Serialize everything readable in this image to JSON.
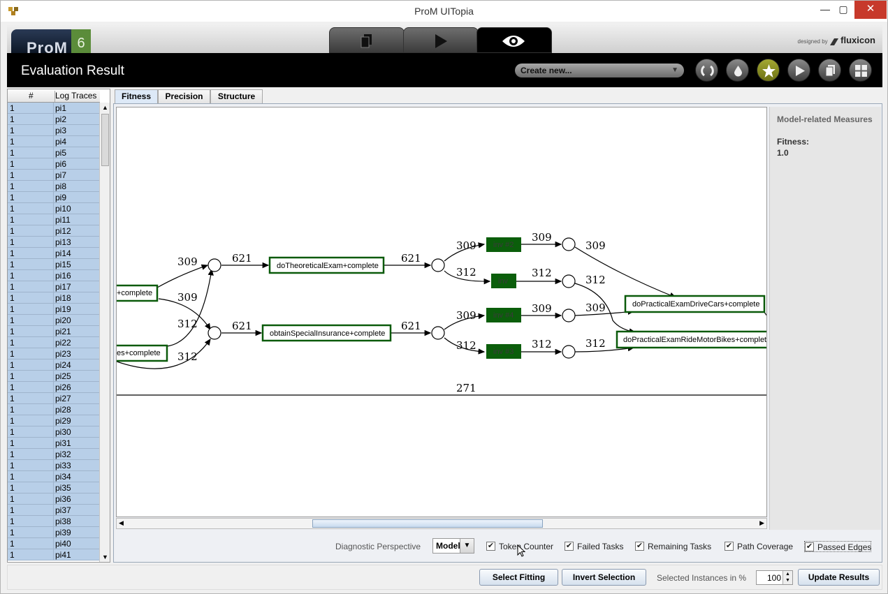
{
  "window": {
    "title": "ProM UITopia",
    "minimize": "—",
    "maximize": "▢",
    "close": "✕"
  },
  "header": {
    "logo_text": "ProM",
    "logo_version": "6",
    "designed_by": "designed by",
    "brand": "fluxicon",
    "page_title": "Evaluation Result",
    "create_new": "Create new...",
    "perspective_tabs": [
      "workspace",
      "actions",
      "views"
    ]
  },
  "log_table": {
    "headers": [
      "#",
      "Log Traces"
    ],
    "rows": [
      [
        "1",
        "pi1"
      ],
      [
        "1",
        "pi2"
      ],
      [
        "1",
        "pi3"
      ],
      [
        "1",
        "pi4"
      ],
      [
        "1",
        "pi5"
      ],
      [
        "1",
        "pi6"
      ],
      [
        "1",
        "pi7"
      ],
      [
        "1",
        "pi8"
      ],
      [
        "1",
        "pi9"
      ],
      [
        "1",
        "pi10"
      ],
      [
        "1",
        "pi11"
      ],
      [
        "1",
        "pi12"
      ],
      [
        "1",
        "pi13"
      ],
      [
        "1",
        "pi14"
      ],
      [
        "1",
        "pi15"
      ],
      [
        "1",
        "pi16"
      ],
      [
        "1",
        "pi17"
      ],
      [
        "1",
        "pi18"
      ],
      [
        "1",
        "pi19"
      ],
      [
        "1",
        "pi20"
      ],
      [
        "1",
        "pi21"
      ],
      [
        "1",
        "pi22"
      ],
      [
        "1",
        "pi23"
      ],
      [
        "1",
        "pi24"
      ],
      [
        "1",
        "pi25"
      ],
      [
        "1",
        "pi26"
      ],
      [
        "1",
        "pi27"
      ],
      [
        "1",
        "pi28"
      ],
      [
        "1",
        "pi29"
      ],
      [
        "1",
        "pi30"
      ],
      [
        "1",
        "pi31"
      ],
      [
        "1",
        "pi32"
      ],
      [
        "1",
        "pi33"
      ],
      [
        "1",
        "pi34"
      ],
      [
        "1",
        "pi35"
      ],
      [
        "1",
        "pi36"
      ],
      [
        "1",
        "pi37"
      ],
      [
        "1",
        "pi38"
      ],
      [
        "1",
        "pi39"
      ],
      [
        "1",
        "pi40"
      ],
      [
        "1",
        "pi41"
      ]
    ]
  },
  "tabs": [
    "Fitness",
    "Precision",
    "Structure"
  ],
  "graph": {
    "transitions": {
      "complete_top": "+complete",
      "complete_bottom": "es+complete",
      "theoretical": "doTheoreticalExam+complete",
      "insurance": "obtainSpecialInsurance+complete",
      "drive_cars": "doPracticalExamDriveCars+complete",
      "motor_bikes": "doPracticalExamRideMotorBikes+complete",
      "inv2": "inv #2",
      "inv": "inv",
      "inv4": "inv #4",
      "inv3": "inv #3"
    },
    "edge_counts": {
      "a": "309",
      "b": "621",
      "c": "309",
      "d": "312",
      "e": "312",
      "f": "621",
      "g": "621",
      "h": "309",
      "i": "309",
      "j": "309",
      "k": "312",
      "l": "312",
      "m": "312",
      "n": "621",
      "o": "309",
      "p": "309",
      "q": "309",
      "r": "312",
      "s": "312",
      "t": "312",
      "bottom": "271"
    }
  },
  "measures": {
    "title": "Model-related Measures",
    "fitness_label": "Fitness:",
    "fitness_value": "1.0"
  },
  "diagnostics": {
    "label": "Diagnostic Perspective",
    "perspective": "Model",
    "checkboxes": [
      {
        "label": "Token Counter",
        "checked": "✔"
      },
      {
        "label": "Failed Tasks",
        "checked": "✔"
      },
      {
        "label": "Remaining Tasks",
        "checked": "✔"
      },
      {
        "label": "Path Coverage",
        "checked": "✔"
      },
      {
        "label": "Passed Edges",
        "checked": "✔"
      }
    ]
  },
  "footer": {
    "select_fitting": "Select Fitting",
    "invert_selection": "Invert Selection",
    "selected_label": "Selected Instances in %",
    "selected_value": "100",
    "update_results": "Update Results"
  },
  "colors": {
    "transition_border": "#0a5a0a",
    "invisible_fill": "#0b5e0b",
    "accent_button": "#8d9220",
    "row_selected": "#b8cfe8"
  }
}
